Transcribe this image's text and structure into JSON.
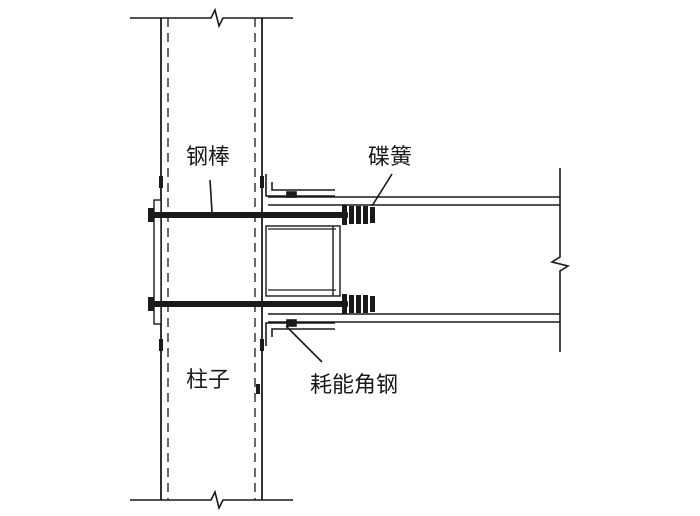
{
  "labels": {
    "steel_rod": "钢棒",
    "disc_spring": "碟簧",
    "column": "柱子",
    "energy_angle": "耗能角钢"
  },
  "colors": {
    "line": "#1a1a1a",
    "background": "#ffffff"
  }
}
